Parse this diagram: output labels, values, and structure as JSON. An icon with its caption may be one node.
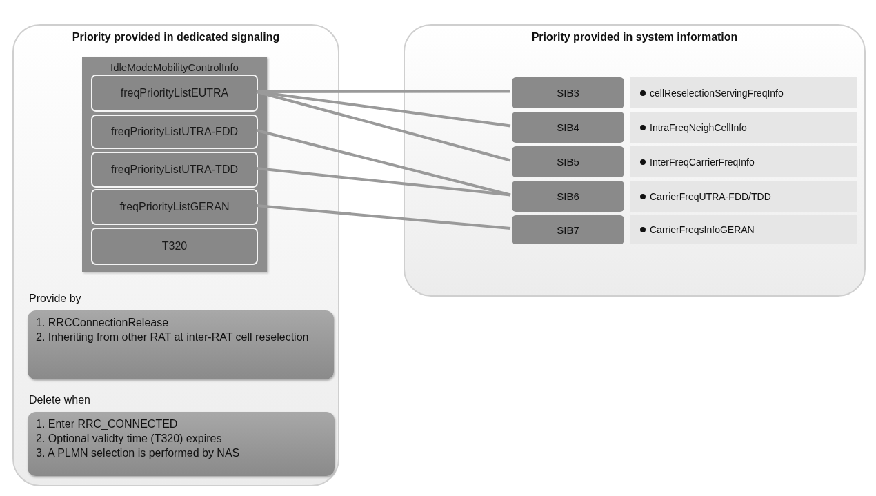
{
  "diagram": {
    "nodes": [
      {
        "text": [
          "Priority provided in dedicated signaling"
        ]
      },
      {
        "text": [
          "IdleModeMobilityControlInfo"
        ],
        "in": 0
      },
      {
        "text": [
          "freqPriorityListEUTRA"
        ],
        "in": 1
      },
      {
        "text": [
          "freqPriorityListUTRA-FDD"
        ],
        "in": 1
      },
      {
        "text": [
          "freqPriorityListUTRA-TDD"
        ],
        "in": 1
      },
      {
        "text": [
          "freqPriorityListGERAN"
        ],
        "in": 1
      },
      {
        "text": [
          "T320"
        ],
        "in": 1
      },
      {
        "text": [
          "Provide by",
          "1. RRCConnectionRelease",
          "2. Inheriting from other RAT at inter-RAT cell reselection"
        ],
        "in": 0
      },
      {
        "text": [
          "Delete when",
          "1. Enter RRC_CONNECTED",
          "2. Optional validty time (T320) expires",
          "3. A PLMN selection is performed by NAS"
        ],
        "in": 0
      },
      {
        "text": [
          "Priority provided in system information"
        ]
      },
      {
        "text": [
          "SIB3"
        ],
        "in": 9
      },
      {
        "text": [
          "cellReselectionServingFreqInfo"
        ],
        "in": 9
      },
      {
        "text": [
          "SIB4"
        ],
        "in": 9
      },
      {
        "text": [
          "IntraFreqNeighCellInfo"
        ],
        "in": 9
      },
      {
        "text": [
          "SIB5"
        ],
        "in": 9
      },
      {
        "text": [
          "InterFreqCarrierFreqInfo"
        ],
        "in": 9
      },
      {
        "text": [
          "SIB6"
        ],
        "in": 9
      },
      {
        "text": [
          "CarrierFreqUTRA-FDD/TDD"
        ],
        "in": 9
      },
      {
        "text": [
          "SIB7"
        ],
        "in": 9
      },
      {
        "text": [
          "CarrierFreqsInfoGERAN"
        ],
        "in": 9
      }
    ],
    "edges": [
      {
        "from": 2,
        "to": 10,
        "arrow": "none"
      },
      {
        "from": 2,
        "to": 12,
        "arrow": "none"
      },
      {
        "from": 2,
        "to": 14,
        "arrow": "none"
      },
      {
        "from": 3,
        "to": 16,
        "arrow": "none"
      },
      {
        "from": 4,
        "to": 16,
        "arrow": "none"
      },
      {
        "from": 5,
        "to": 18,
        "arrow": "none"
      }
    ]
  }
}
